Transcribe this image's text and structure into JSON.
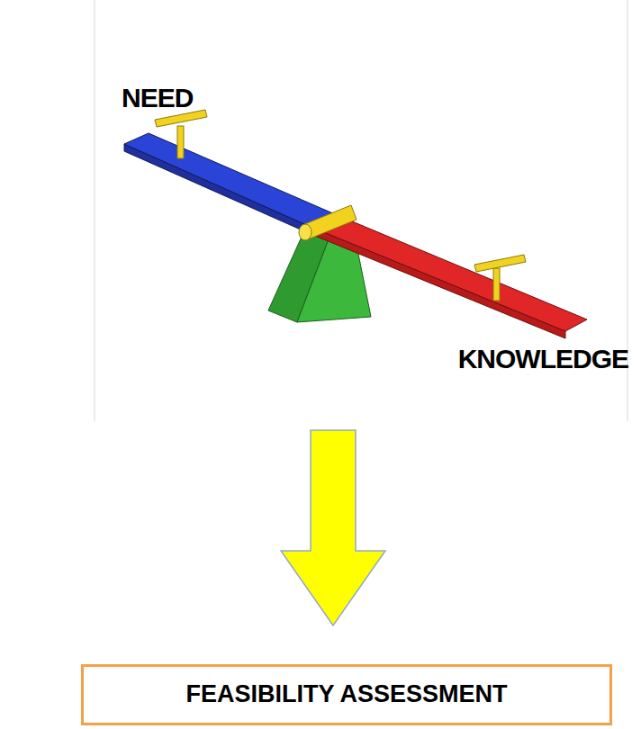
{
  "diagram": {
    "nodes": [
      {
        "text": [
          "FEASIBILITY ASSESSMENT"
        ]
      }
    ],
    "labels": [
      "NEED",
      "KNOWLEDGE"
    ]
  }
}
